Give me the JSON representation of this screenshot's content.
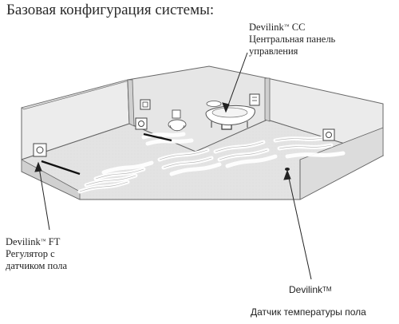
{
  "title": "Базовая конфигурация системы:",
  "labels": {
    "cc": {
      "brand": "Devilink",
      "tm": "™",
      "model": "CC",
      "line2": "Центральная панель",
      "line3": "управления"
    },
    "ft": {
      "brand": "Devilink",
      "tm": "™",
      "model": "FT",
      "line2": "Регулятор с",
      "line3": "датчиком пола"
    },
    "sensor": {
      "brand": "Devilink",
      "tm": "TM",
      "line2": "Датчик температуры пола"
    }
  },
  "colors": {
    "wall_fill": "#e9e9e9",
    "wall_fill_dark": "#dcdcdc",
    "floor_fill": "#dedede",
    "outline": "#555555",
    "cable": "#ffffff"
  },
  "icons": [
    "thermostat-icon",
    "central-panel-icon",
    "floor-sensor-icon",
    "toilet-icon",
    "bathtub-icon",
    "washbasin-icon"
  ]
}
